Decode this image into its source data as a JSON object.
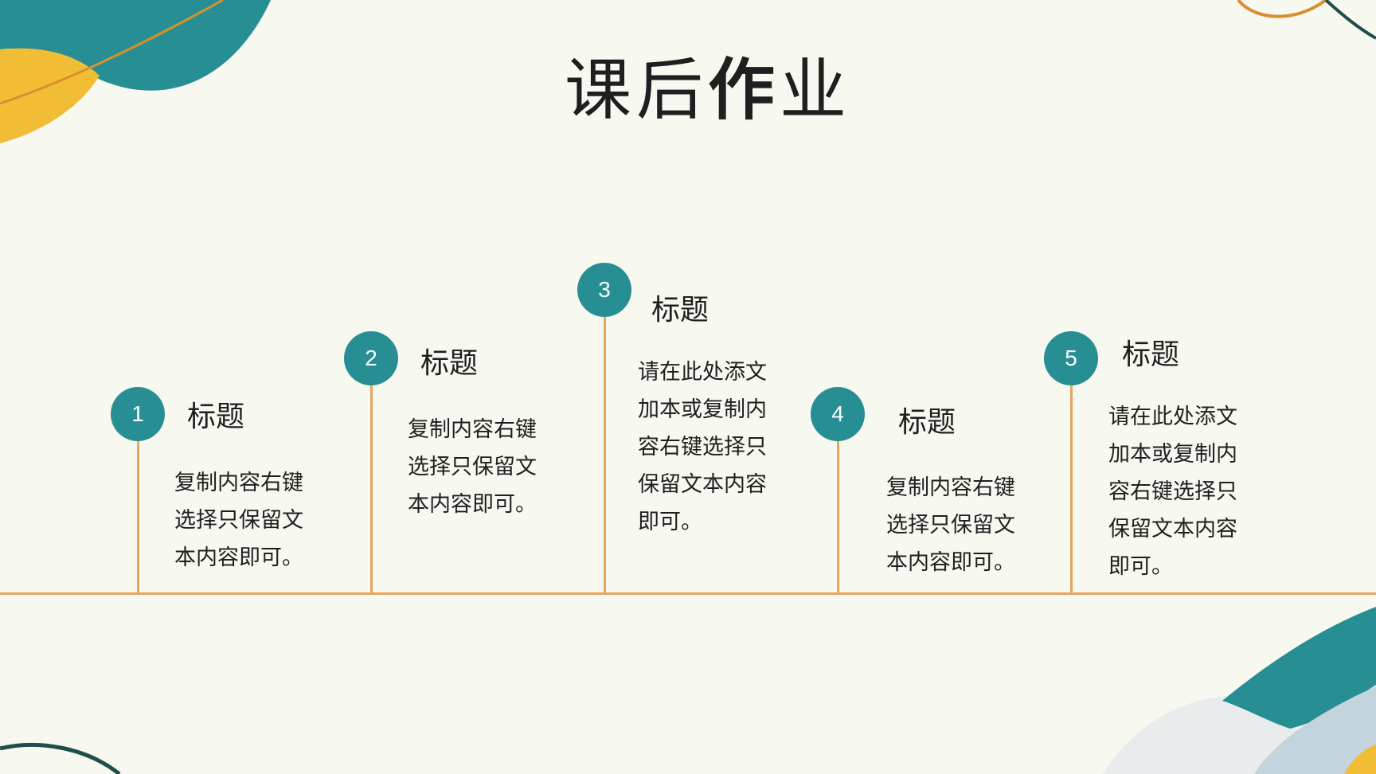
{
  "slide": {
    "title_part1": "课后",
    "title_part2": "作",
    "title_part3": "业"
  },
  "colors": {
    "background": "#f7f8f0",
    "teal": "#278f93",
    "orange_line": "#eba35e",
    "yellow": "#f1bd35",
    "dark_green": "#1f4f4c",
    "light_blue": "#c4d4dc",
    "light_grey": "#e9ecec"
  },
  "timeline": {
    "items": [
      {
        "number": "1",
        "heading": "标题",
        "body": "复制内容右键选择只保留文本内容即可。"
      },
      {
        "number": "2",
        "heading": "标题",
        "body": "复制内容右键选择只保留文本内容即可。"
      },
      {
        "number": "3",
        "heading": "标题",
        "body": "请在此处添文加本或复制内容右键选择只保留文本内容即可。"
      },
      {
        "number": "4",
        "heading": "标题",
        "body": "复制内容右键选择只保留文本内容即可。"
      },
      {
        "number": "5",
        "heading": "标题",
        "body": "请在此处添文加本或复制内容右键选择只保留文本内容即可。"
      }
    ]
  }
}
